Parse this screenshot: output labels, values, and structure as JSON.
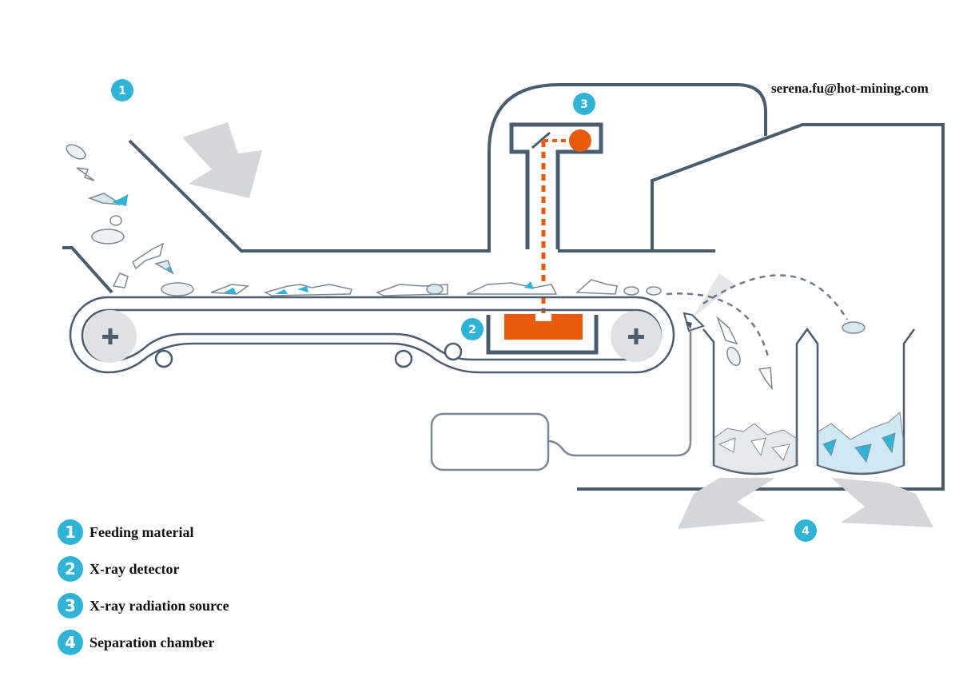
{
  "title": "X-ray sorting machine process diagram",
  "contact": {
    "email": "serena.fu@hot-mining.com"
  },
  "colors": {
    "accent": "#2fb4d8",
    "machine_line": "#4a5d6e",
    "xray": "#e85a0c",
    "arrow_gray": "#d3d7da",
    "roller_gray": "#dfe2e4"
  },
  "badges": [
    {
      "number": "1",
      "meaning": "Feeding material"
    },
    {
      "number": "2",
      "meaning": "X-ray detector"
    },
    {
      "number": "3",
      "meaning": "X-ray radiation source"
    },
    {
      "number": "4",
      "meaning": "Separation chamber"
    }
  ],
  "legend": {
    "items": [
      {
        "number": "1",
        "label": "Feeding material"
      },
      {
        "number": "2",
        "label": "X-ray detector"
      },
      {
        "number": "3",
        "label": "X-ray radiation source"
      },
      {
        "number": "4",
        "label": "Separation chamber"
      }
    ]
  },
  "roller_symbol": "+"
}
